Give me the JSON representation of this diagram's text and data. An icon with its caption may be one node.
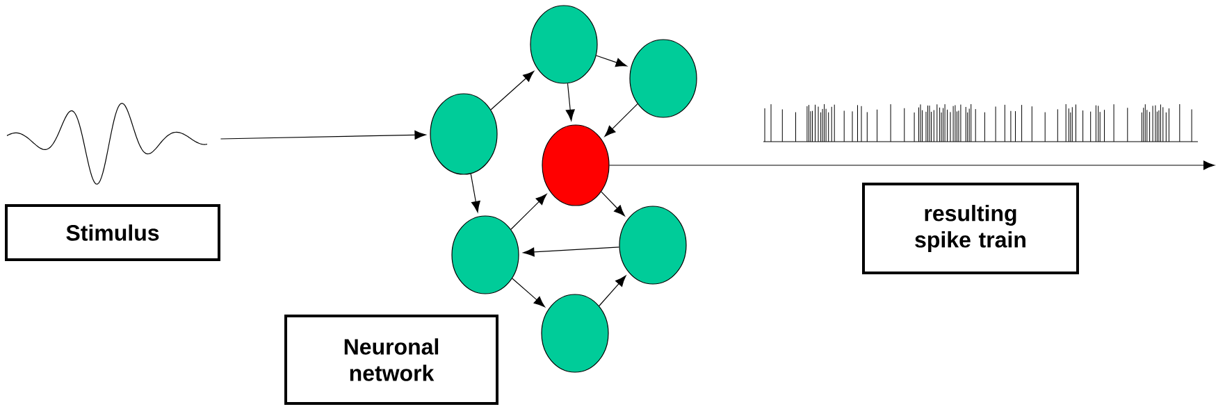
{
  "diagram": {
    "nodes": [
      {
        "text": [],
        "shape": "picture"
      },
      {
        "text": [
          "Stimulus"
        ]
      },
      {
        "text": [],
        "shape": "circle"
      },
      {
        "text": [],
        "shape": "circle"
      },
      {
        "text": [],
        "shape": "circle"
      },
      {
        "text": [],
        "shape": "circle"
      },
      {
        "text": [],
        "shape": "circle"
      },
      {
        "text": [],
        "shape": "circle"
      },
      {
        "text": [],
        "shape": "circle"
      },
      {
        "text": [
          "Neuronal network"
        ]
      },
      {
        "text": [
          "resulting spike train"
        ]
      }
    ],
    "edges": [
      {
        "from": 0,
        "to": 2,
        "arrow": "to"
      },
      {
        "from": 2,
        "to": 3,
        "arrow": "to"
      },
      {
        "from": 3,
        "to": 4,
        "arrow": "to"
      },
      {
        "from": 3,
        "to": 5,
        "arrow": "to"
      },
      {
        "from": 4,
        "to": 5,
        "arrow": "to"
      },
      {
        "from": 2,
        "to": 6,
        "arrow": "to"
      },
      {
        "from": 6,
        "to": 5,
        "arrow": "to"
      },
      {
        "from": 5,
        "to": 7,
        "arrow": "to"
      },
      {
        "from": 7,
        "to": 6,
        "arrow": "to"
      },
      {
        "from": 6,
        "to": 8,
        "arrow": "to"
      },
      {
        "from": 8,
        "to": 7,
        "arrow": "to"
      },
      {
        "from": 5,
        "to": null,
        "arrow": "to"
      }
    ]
  }
}
